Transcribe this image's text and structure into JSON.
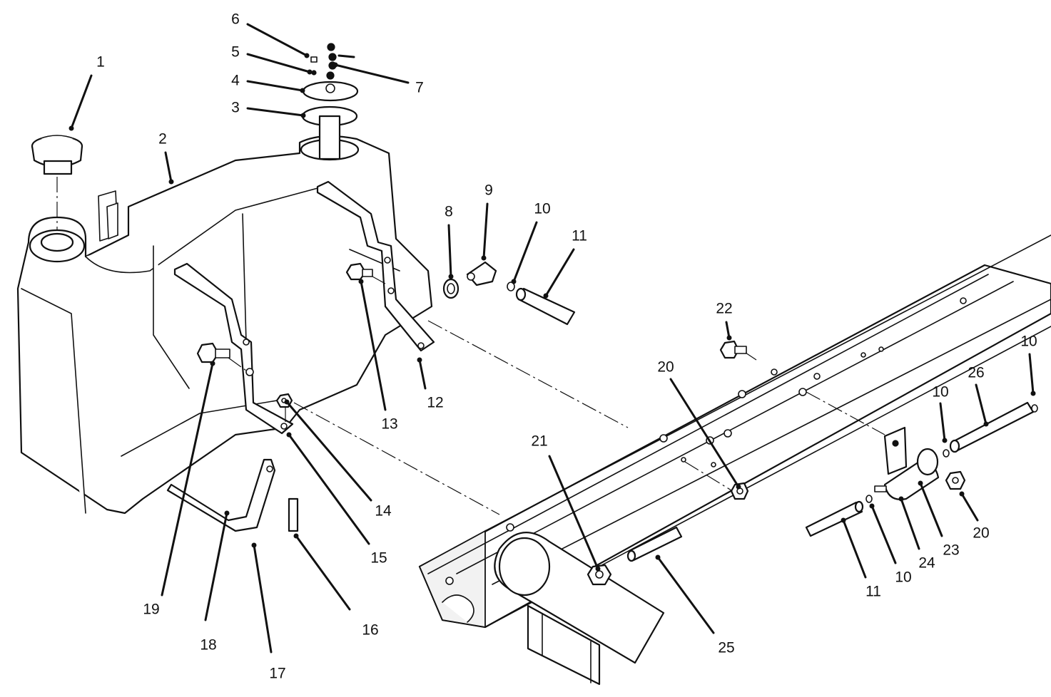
{
  "diagram": {
    "callouts": [
      {
        "id": "c1",
        "label": "1"
      },
      {
        "id": "c2",
        "label": "2"
      },
      {
        "id": "c3",
        "label": "3"
      },
      {
        "id": "c4",
        "label": "4"
      },
      {
        "id": "c5",
        "label": "5"
      },
      {
        "id": "c6",
        "label": "6"
      },
      {
        "id": "c7",
        "label": "7"
      },
      {
        "id": "c8",
        "label": "8"
      },
      {
        "id": "c9",
        "label": "9"
      },
      {
        "id": "c10a",
        "label": "10"
      },
      {
        "id": "c11a",
        "label": "11"
      },
      {
        "id": "c12",
        "label": "12"
      },
      {
        "id": "c13",
        "label": "13"
      },
      {
        "id": "c14",
        "label": "14"
      },
      {
        "id": "c15",
        "label": "15"
      },
      {
        "id": "c16",
        "label": "16"
      },
      {
        "id": "c17",
        "label": "17"
      },
      {
        "id": "c18",
        "label": "18"
      },
      {
        "id": "c19",
        "label": "19"
      },
      {
        "id": "c20a",
        "label": "20"
      },
      {
        "id": "c21",
        "label": "21"
      },
      {
        "id": "c22",
        "label": "22"
      },
      {
        "id": "c10b",
        "label": "10"
      },
      {
        "id": "c26",
        "label": "26"
      },
      {
        "id": "c10c",
        "label": "10"
      },
      {
        "id": "c20b",
        "label": "20"
      },
      {
        "id": "c23",
        "label": "23"
      },
      {
        "id": "c24",
        "label": "24"
      },
      {
        "id": "c10d",
        "label": "10"
      },
      {
        "id": "c11b",
        "label": "11"
      },
      {
        "id": "c25",
        "label": "25"
      }
    ]
  },
  "colors": {
    "ink": "#111111",
    "paper": "#ffffff"
  }
}
